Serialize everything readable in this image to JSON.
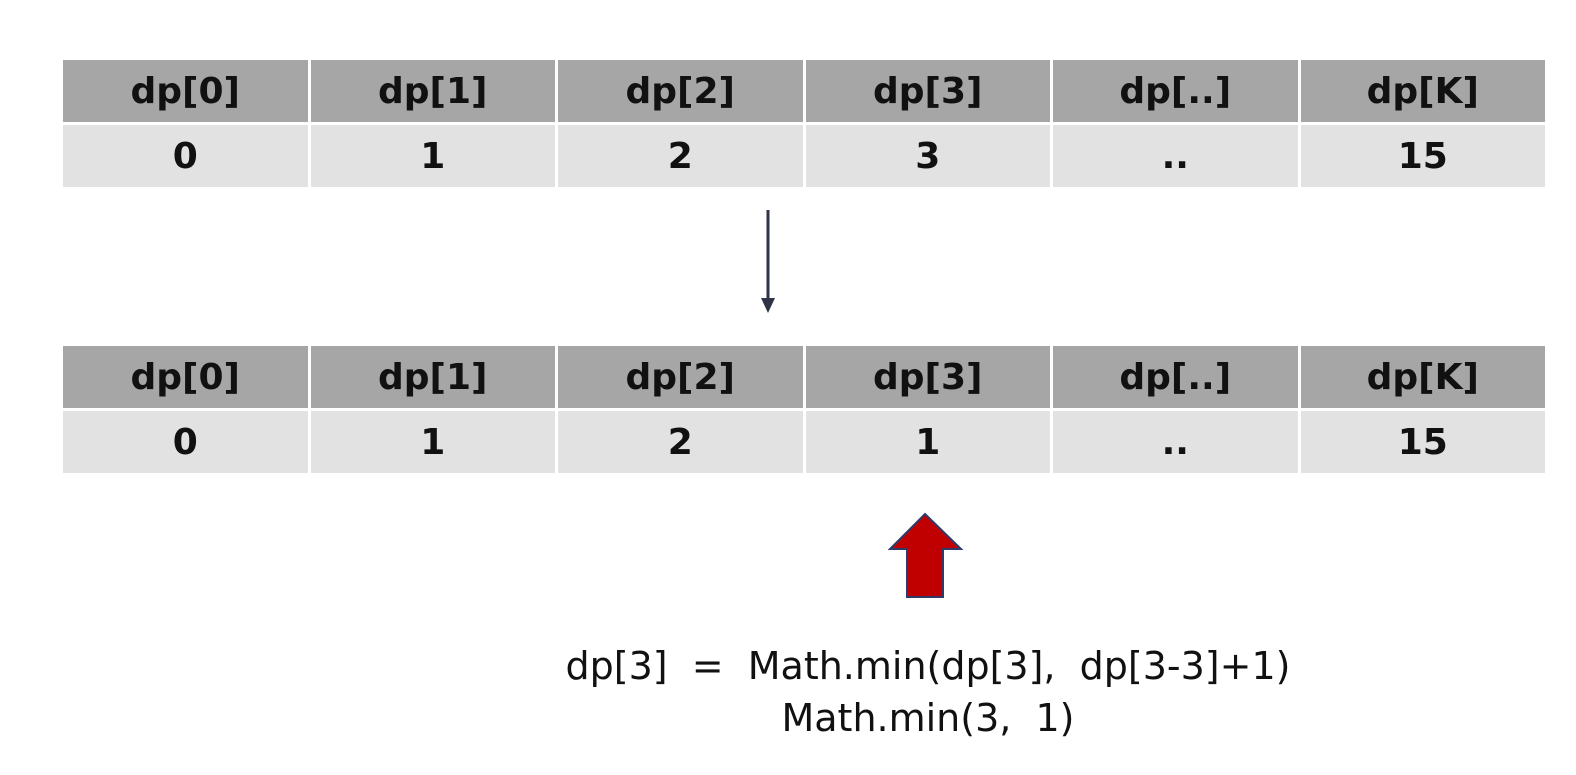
{
  "tables": {
    "before": {
      "headers": [
        "dp[0]",
        "dp[1]",
        "dp[2]",
        "dp[3]",
        "dp[..]",
        "dp[K]"
      ],
      "values": [
        "0",
        "1",
        "2",
        "3",
        "..",
        "15"
      ]
    },
    "after": {
      "headers": [
        "dp[0]",
        "dp[1]",
        "dp[2]",
        "dp[3]",
        "dp[..]",
        "dp[K]"
      ],
      "values": [
        "0",
        "1",
        "2",
        "1",
        "..",
        "15"
      ]
    }
  },
  "formula": {
    "line1": "dp[3]  =  Math.min(dp[3],  dp[3-3]+1)",
    "line2": "Math.min(3,  1)"
  },
  "colors": {
    "header_bg": "#a6a6a6",
    "value_bg": "#e2e2e2",
    "down_arrow": "#2f3547",
    "red_arrow_fill": "#c00000",
    "red_arrow_stroke": "#2f3a6b"
  },
  "icons": {
    "transition": "down-arrow-icon",
    "pointer": "up-arrow-icon"
  }
}
